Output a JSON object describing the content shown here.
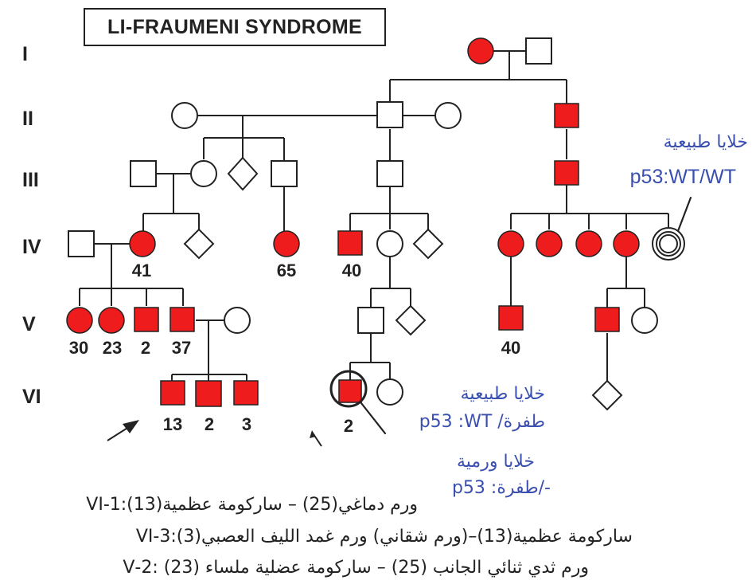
{
  "title": "LI-FRAUMENI SYNDROME",
  "generations": [
    "I",
    "II",
    "III",
    "IV",
    "V",
    "VI"
  ],
  "ages": {
    "iv_41": "41",
    "iv_65": "65",
    "iv_40": "40",
    "v_30": "30",
    "v_23": "23",
    "v_2": "2",
    "v_37": "37",
    "v_40": "40",
    "vi_13": "13",
    "vi_2a": "2",
    "vi_3": "3",
    "vi_2b": "2"
  },
  "annotations": {
    "normal_cells_top": "خلايا طبيعية",
    "p53_top": "p53:WT/WT",
    "normal_cells_mid": "خلايا طبيعية",
    "p53_mid": "طفرة/ p53 :WT",
    "tumor_cells": "خلايا ورمية",
    "p53_tumor": "-/طفرة: p53"
  },
  "legend": [
    "ورم دماغي(25) – ساركومة عظمية(13):1-VI",
    "ساركومة عظمية(13)–(ورم شقاني) ورم غمد الليف العصبي(3):3-VI",
    "ورم ثدي ثنائي الجانب (25) – ساركومة عضلية ملساء (23) :2-V"
  ],
  "colors": {
    "affected": "#ee1c1c",
    "annotation": "#3a4fb0",
    "probe_handle": "#8b3a1a"
  },
  "icons": [
    "magnifier-icon",
    "proband-arrow-icon",
    "pointer-arrow-icon"
  ]
}
